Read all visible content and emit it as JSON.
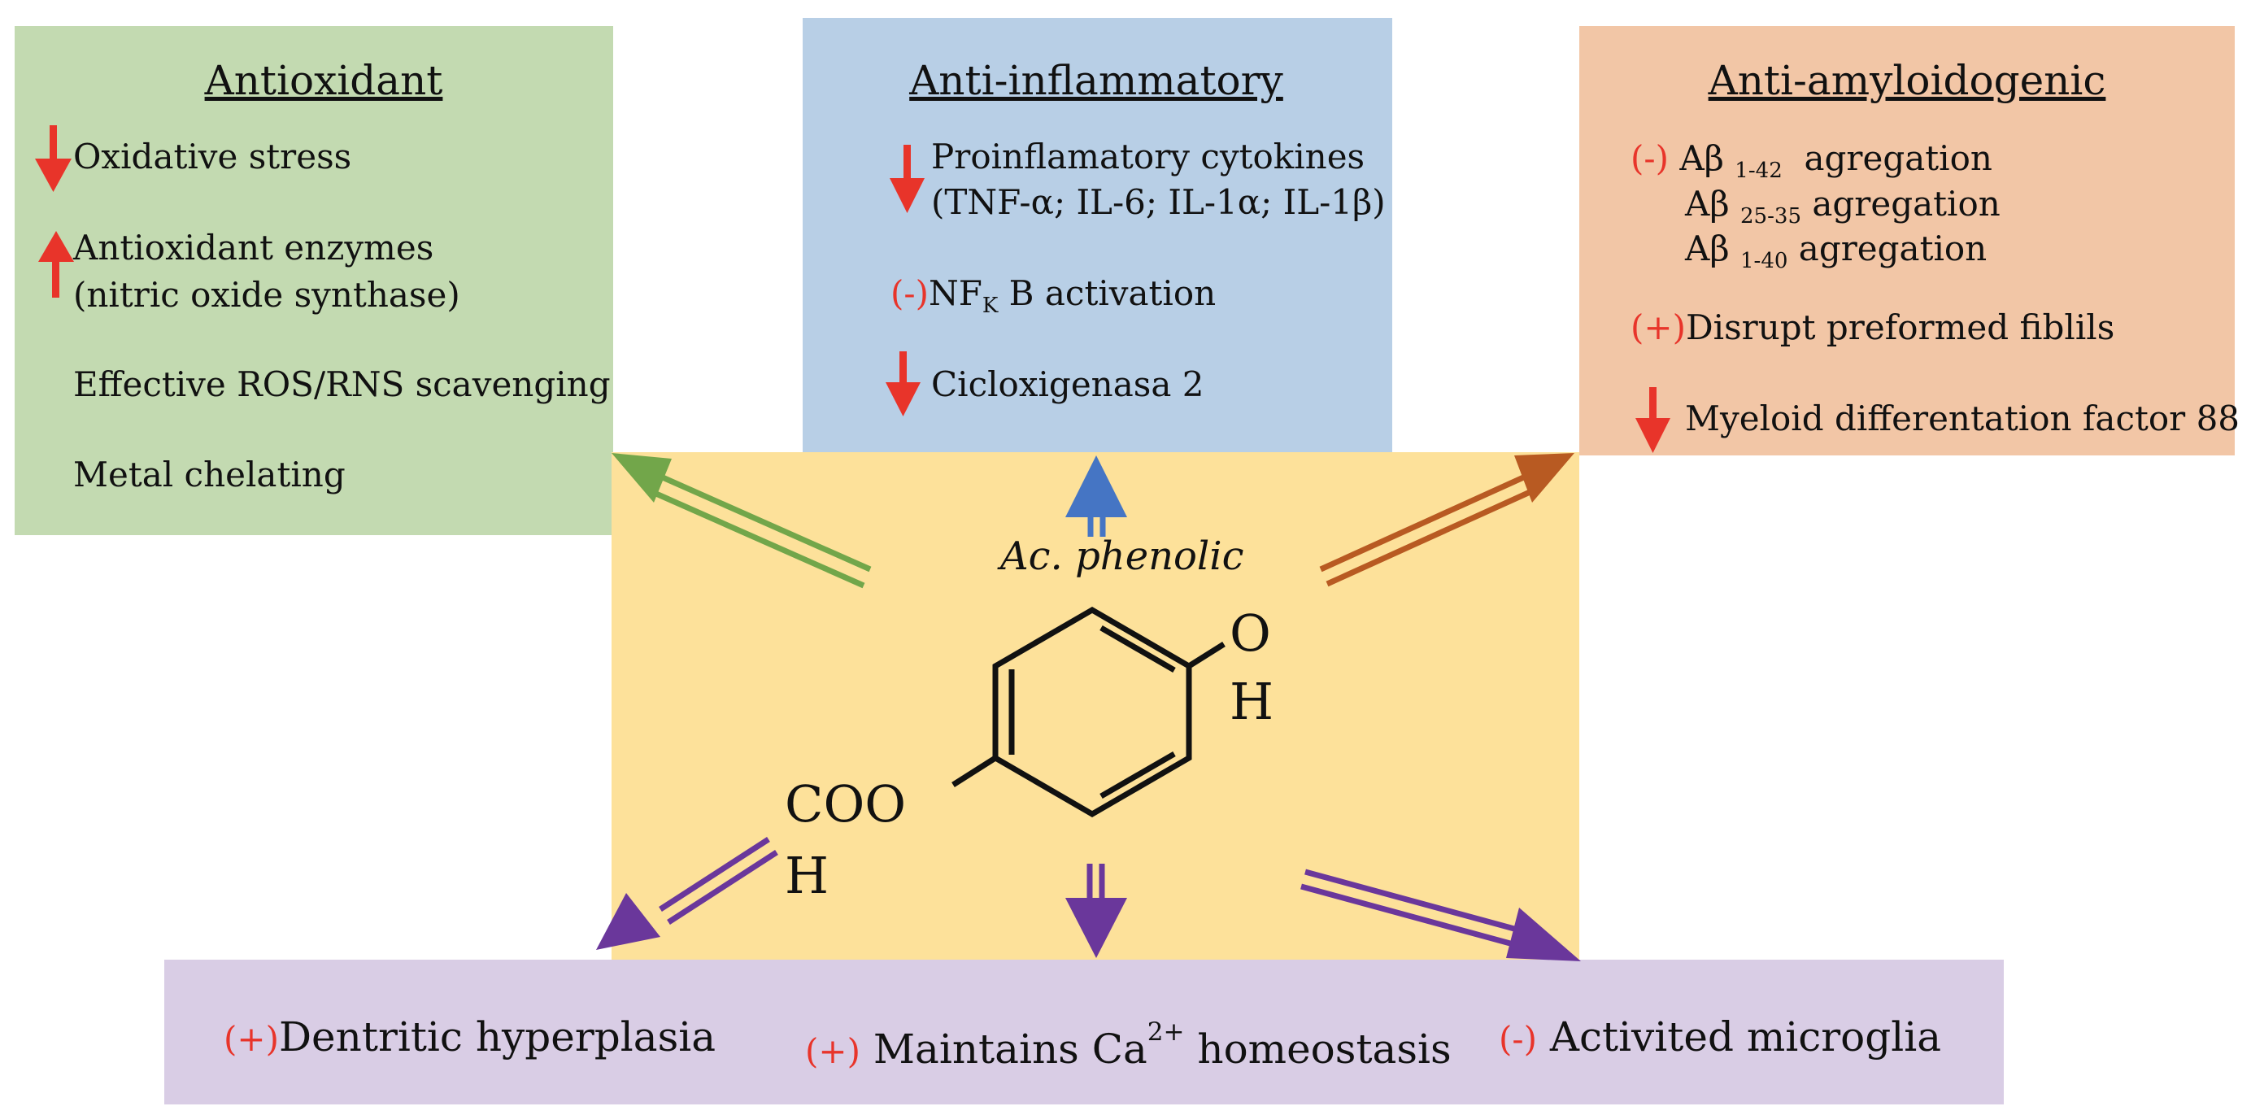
{
  "colors": {
    "antioxidant_bg": "#c3dab1",
    "antiinflammatory_bg": "#b8cfe6",
    "antiamyloid_bg": "#f2c6a6",
    "center_bg": "#fde19a",
    "bottom_bg": "#d9cde5",
    "down_up_arrow": "#e8342a",
    "green_arrow": "#72a64a",
    "blue_arrow": "#4575c4",
    "orange_arrow": "#b85a22",
    "purple_arrow": "#6a379b",
    "sign_red": "#e8342a"
  },
  "antioxidant": {
    "title": "Antioxidant",
    "items": [
      {
        "marker": "down-arrow",
        "text": "Oxidative stress"
      },
      {
        "marker": "up-arrow",
        "line1": "Antioxidant enzymes",
        "line2": "(nitric oxide synthase)"
      },
      {
        "marker": "",
        "text": "Effective ROS/RNS scavenging"
      },
      {
        "marker": "",
        "text": "Metal chelating"
      }
    ]
  },
  "antiinflammatory": {
    "title": "Anti-inflammatory",
    "items": [
      {
        "marker": "down-arrow",
        "line1": "Proinflamatory cytokines",
        "line2": "(TNF-α; IL-6; IL-1α; IL-1β)"
      },
      {
        "marker": "(-)",
        "prefix": "NF",
        "sub": "K",
        "suffix": " B activation"
      },
      {
        "marker": "down-arrow",
        "text": "Cicloxigenasa 2"
      }
    ]
  },
  "antiamyloid": {
    "title": "Anti-amyloidogenic",
    "items": [
      {
        "marker": "(-)",
        "prefix": "Aβ ",
        "sub": "1-42",
        "suffix": "  agregation"
      },
      {
        "marker": "",
        "prefix": "Aβ ",
        "sub": "25-35",
        "suffix": " agregation"
      },
      {
        "marker": "",
        "prefix": "Aβ ",
        "sub": "1-40",
        "suffix": " agregation"
      },
      {
        "marker": "(+)",
        "text": "Disrupt preformed fiblils"
      },
      {
        "marker": "down-arrow",
        "text": "Myeloid differentation factor 88"
      }
    ]
  },
  "molecule": {
    "label": "Ac. phenolic",
    "oh_o": "O",
    "oh_h": "H",
    "cooh_top": "COO",
    "cooh_bottom": "H"
  },
  "bottom": {
    "items": [
      {
        "marker": "(+)",
        "text": "Dentritic hyperplasia"
      },
      {
        "marker": "(+)",
        "prefix": " Maintains Ca",
        "sup": "2+",
        "suffix": " homeostasis"
      },
      {
        "marker": "(-)",
        "text": " Activited microglia"
      }
    ]
  }
}
